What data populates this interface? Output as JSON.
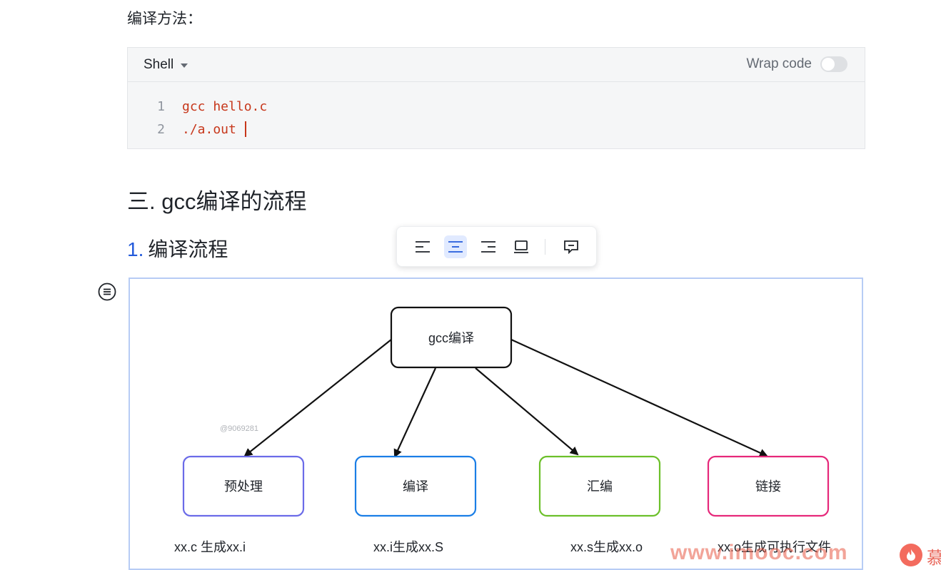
{
  "intro_text": "编译方法：",
  "code_block": {
    "language": "Shell",
    "wrap_label": "Wrap code",
    "wrap_enabled": false,
    "lines": [
      {
        "num": "1",
        "code": "gcc hello.c"
      },
      {
        "num": "2",
        "code": "./a.out"
      }
    ]
  },
  "heading_2": "三. gcc编译的流程",
  "heading_3": {
    "number": "1.",
    "text": "编译流程"
  },
  "align_toolbar": {
    "buttons": [
      "align-left",
      "align-center",
      "align-right",
      "image-caption",
      "comment"
    ],
    "active": "align-center"
  },
  "diagram": {
    "root": "gcc编译",
    "stages": [
      {
        "label": "预处理",
        "color": "#6b6be8",
        "caption": "xx.c 生成xx.i"
      },
      {
        "label": "编译",
        "color": "#1a7ee6",
        "caption": "xx.i生成xx.S"
      },
      {
        "label": "汇编",
        "color": "#6cc02a",
        "caption": "xx.s生成xx.o"
      },
      {
        "label": "链接",
        "color": "#e6287a",
        "caption": "xx.o生成可执行文件"
      }
    ],
    "watermark_id": "@9069281"
  },
  "site_watermark": "www.imooc.com",
  "site_logo_text": "慕",
  "colors": {
    "accent": "#245bdb",
    "code": "#c7371b"
  }
}
